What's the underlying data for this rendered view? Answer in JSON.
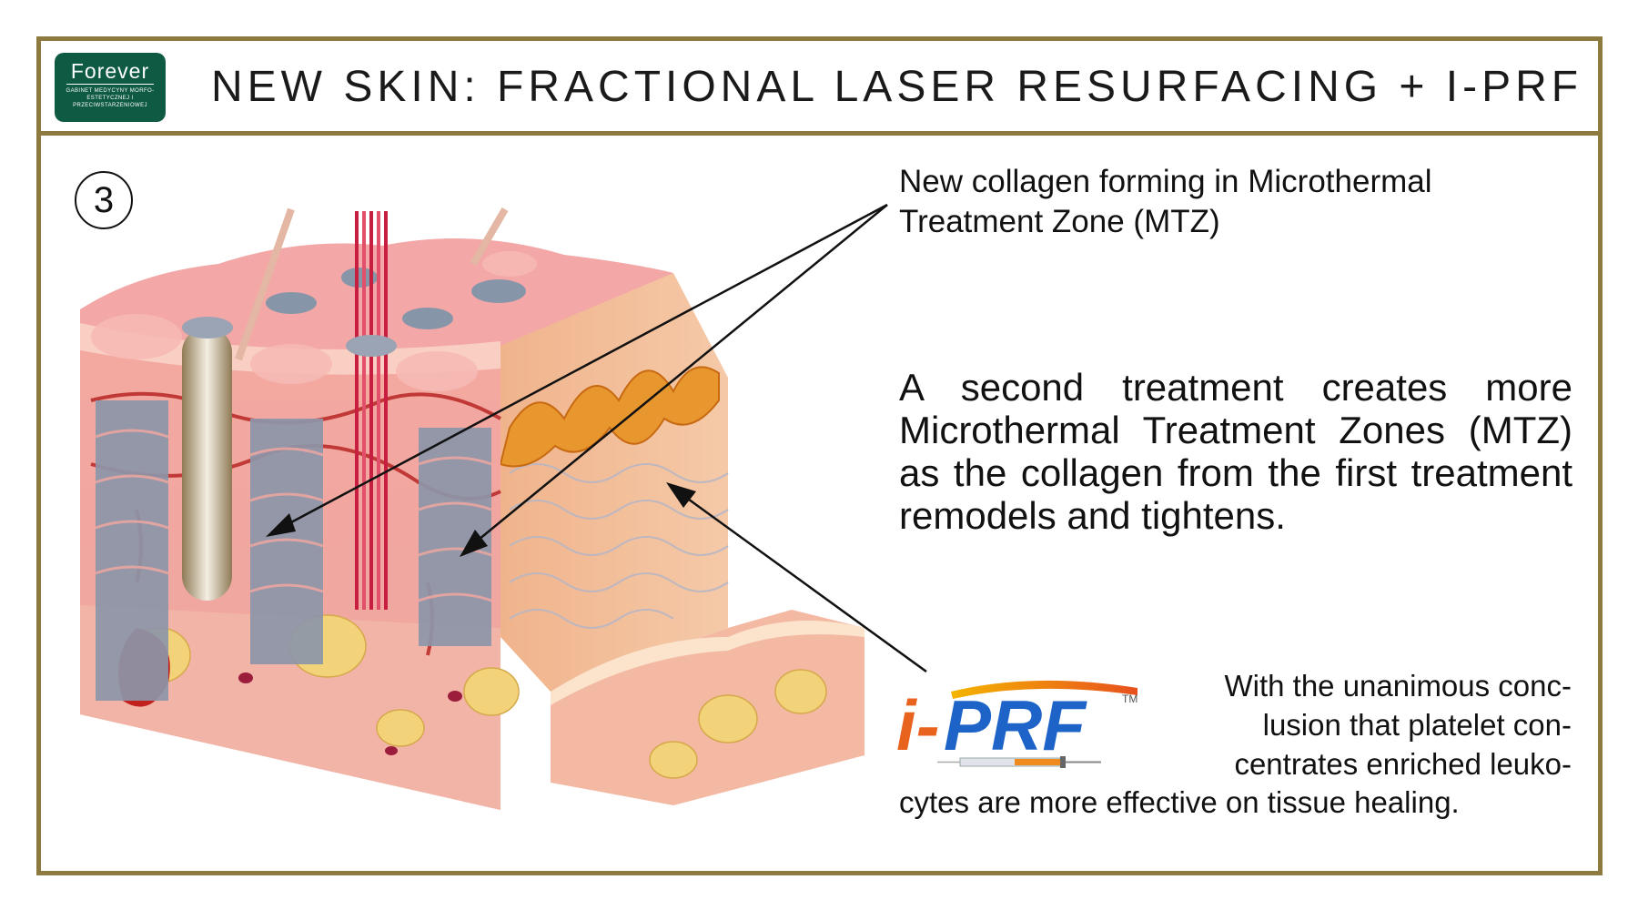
{
  "header": {
    "logo": {
      "name": "Forever",
      "subtitle": "GABINET MEDYCYNY MORFO-ESTETYCZNEJ I PRZECIWSTARZENIOWEJ"
    },
    "title": "NEW SKIN: FRACTIONAL LASER RESURFACING + I-PRF"
  },
  "step_number": "3",
  "callout": "New collagen forming in Microthermal Treatment Zone (MTZ)",
  "main_text": "A second treatment creates more Microthermal Treatment Zones (MTZ) as the collagen from the first treatment remodels and tightens.",
  "iprf": {
    "logo_text": "i-PRF",
    "tm": "TM",
    "text_line_1": "With the unanimous conc- lusion that platelet con- centrates enriched leuko-",
    "text_line_2": "cytes are more effective on tissue healing."
  },
  "colors": {
    "frame": "#8c7a3e",
    "logo_bg": "#0f5a43",
    "iprf_blue": "#1e64c8",
    "iprf_orange": "#e8641e"
  }
}
